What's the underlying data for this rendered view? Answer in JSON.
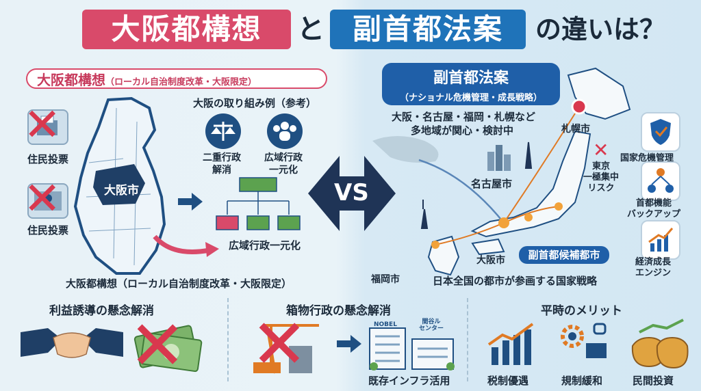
{
  "title": {
    "left_box": "大阪都構想",
    "conjunction": "と",
    "right_box": "副首都法案",
    "suffix": "の違いは？"
  },
  "left_panel": {
    "header_main": "大阪都構想",
    "header_sub": "（ローカル自治制度改革・大阪限定）",
    "vote_label_1": "住民投票",
    "vote_label_2": "住民投票",
    "city_label": "大阪市",
    "examples_title": "大阪の取り組み例（参考）",
    "example_1": "二重行政\n解消",
    "example_2": "広域行政\n一元化",
    "org_caption": "広域行政一元化",
    "footer": "大阪都構想（ローカル自治制度改革・大阪限定）"
  },
  "vs_label": "VS",
  "right_panel": {
    "header_main": "副首都法案",
    "header_sub": "（ナショナル危機管理・成長戦略）",
    "interest_line1": "大阪・名古屋・福岡・札幌など",
    "interest_line2": "多地域が関心・検討中",
    "city_sapporo": "札幌市",
    "city_nagoya": "名古屋市",
    "city_osaka": "大阪市",
    "city_fukuoka": "福岡市",
    "tokyo_risk": "東京\n一極集中\nリスク",
    "candidate_tag": "副首都候補都市",
    "footer": "日本全国の都市が参画する国家戦略",
    "side_items": [
      "国家危機管理",
      "首都機能\nバックアップ",
      "経済成長\nエンジン"
    ]
  },
  "bottom": {
    "section_1_title": "利益誘導の懸念解消",
    "section_2_title": "箱物行政の懸念解消",
    "section_2_caption": "既存インフラ活用",
    "building_sign_1": "NOBEL",
    "building_sign_2": "間谷ル\nセンター",
    "section_3_title": "平時のメリット",
    "merits": [
      "税制優遇",
      "規制緩和",
      "民間投資"
    ]
  },
  "colors": {
    "accent_red": "#d94a6a",
    "accent_blue": "#1f73b9",
    "navy": "#1f4f82",
    "cross_red": "#d9384e",
    "green": "#5ca24f",
    "orange": "#e07a24"
  }
}
